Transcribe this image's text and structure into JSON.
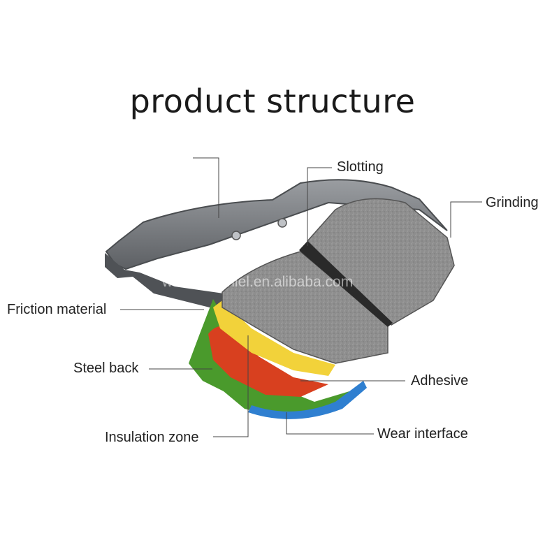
{
  "title": "product structure",
  "watermark": "wuhan-daniel.en.alibaba.com",
  "labels": {
    "slotting": "Slotting",
    "grinding": "Grinding",
    "friction_material": "Friction material",
    "steel_back": "Steel back",
    "adhesive": "Adhesive",
    "insulation_zone": "Insulation zone",
    "wear_interface": "Wear interface"
  },
  "colors": {
    "friction": "#8c8c8c",
    "steel_back": "#6f7276",
    "layer_yellow": "#f2d23a",
    "layer_red": "#d8401f",
    "layer_green": "#4a9a2c",
    "layer_blue": "#2f7fd0"
  }
}
